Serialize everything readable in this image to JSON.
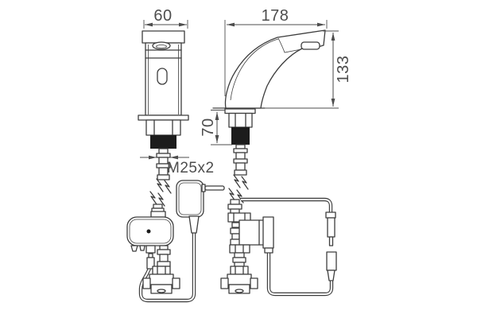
{
  "drawing": {
    "dim_width": "60",
    "dim_length": "178",
    "dim_height": "133",
    "dim_shank": "70",
    "dim_thread": "M25x2"
  },
  "colors": {
    "line": "#3d3d3d",
    "dark_fill": "#1c1c1c",
    "dimension": "#4d4d4d",
    "background": "#ffffff"
  },
  "components": {
    "front_view": "sensor-faucet-front-view",
    "side_view": "sensor-faucet-side-view",
    "left_installation": "control-box-with-power-adapter",
    "right_installation": "solenoid-valve-with-plug-connector"
  }
}
